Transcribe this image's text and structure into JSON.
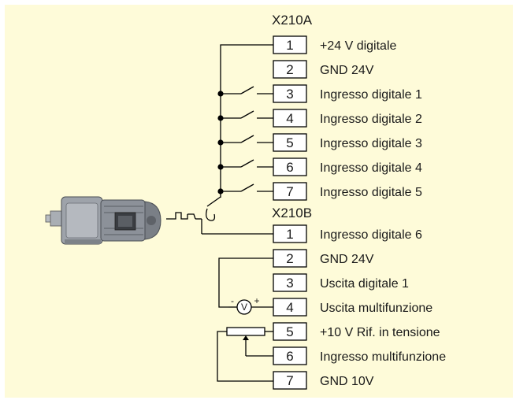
{
  "connectors": [
    {
      "name": "X210A",
      "terminals": [
        {
          "number": "1",
          "label": "+24 V digitale"
        },
        {
          "number": "2",
          "label": "GND 24V"
        },
        {
          "number": "3",
          "label": "Ingresso digitale 1"
        },
        {
          "number": "4",
          "label": "Ingresso digitale 2"
        },
        {
          "number": "5",
          "label": "Ingresso digitale 3"
        },
        {
          "number": "6",
          "label": "Ingresso digitale 4"
        },
        {
          "number": "7",
          "label": "Ingresso digitale 5"
        }
      ]
    },
    {
      "name": "X210B",
      "terminals": [
        {
          "number": "1",
          "label": "Ingresso digitale 6"
        },
        {
          "number": "2",
          "label": "GND 24V"
        },
        {
          "number": "3",
          "label": "Uscita digitale 1"
        },
        {
          "number": "4",
          "label": "Uscita multifunzione"
        },
        {
          "number": "5",
          "label": "+10 V Rif. in tensione"
        },
        {
          "number": "6",
          "label": "Ingresso multifunzione"
        },
        {
          "number": "7",
          "label": "GND 10V"
        }
      ]
    }
  ],
  "voltmeter": {
    "symbol": "V",
    "minus": "-",
    "plus": "+"
  },
  "colors": {
    "background": "#fefbd9",
    "line": "#000000",
    "motor": "#9aa0a8"
  },
  "icons": [
    "gear-motor-icon",
    "switch-icon",
    "voltmeter-icon",
    "potentiometer-icon",
    "thermal-contact-icon"
  ]
}
